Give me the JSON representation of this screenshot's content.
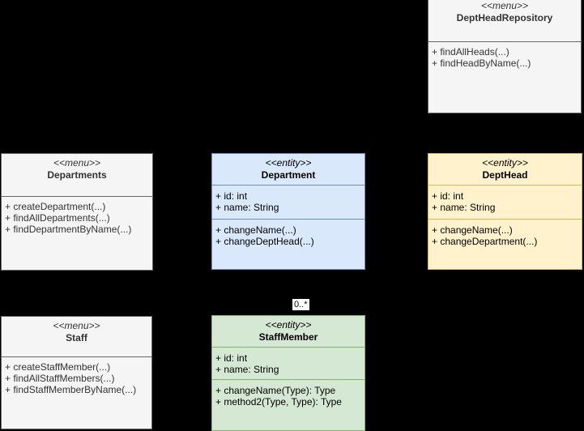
{
  "diagram": {
    "background": "#000000",
    "classes": [
      {
        "key": "deptHeadRepository",
        "stereotype": "<<menu>>",
        "name": "DeptHeadRepository",
        "attributes": [],
        "methods": [
          "+ findAllHeads(...)",
          "+ findHeadByName(...)"
        ],
        "colors": {
          "fill": "#f5f5f5",
          "border": "#666666",
          "text": "#333333"
        }
      },
      {
        "key": "departments",
        "stereotype": "<<menu>>",
        "name": "Departments",
        "attributes": [],
        "methods": [
          "+ createDepartment(...)",
          "+ findAllDepartments(...)",
          "+ findDepartmentByName(...)"
        ],
        "colors": {
          "fill": "#f5f5f5",
          "border": "#666666",
          "text": "#333333"
        }
      },
      {
        "key": "department",
        "stereotype": "<<entity>>",
        "name": "Department",
        "attributes": [
          "+ id: int",
          "+ name: String"
        ],
        "methods": [
          "+ changeName(...)",
          "+ changeDeptHead(...)"
        ],
        "colors": {
          "fill": "#dae8fc",
          "border": "#6c8ebf",
          "text": "#000000"
        }
      },
      {
        "key": "deptHead",
        "stereotype": "<<entity>>",
        "name": "DeptHead",
        "attributes": [
          "+ id: int",
          "+ name: String"
        ],
        "methods": [
          "+ changeName(...)",
          "+ changeDepartment(...)"
        ],
        "colors": {
          "fill": "#fff2cc",
          "border": "#d6b656",
          "text": "#000000"
        }
      },
      {
        "key": "staff",
        "stereotype": "<<menu>>",
        "name": "Staff",
        "attributes": [],
        "methods": [
          "+ createStaffMember(...)",
          "+ findAllStaffMembers(...)",
          "+ findStaffMemberByName(...)"
        ],
        "colors": {
          "fill": "#f5f5f5",
          "border": "#666666",
          "text": "#333333"
        }
      },
      {
        "key": "staffMember",
        "stereotype": "<<entity>>",
        "name": "StaffMember",
        "attributes": [
          "+ id: int",
          "+ name: String"
        ],
        "methods": [
          "+ changeName(Type): Type",
          "+ method2(Type, Type): Type"
        ],
        "colors": {
          "fill": "#d5e8d4",
          "border": "#82b366",
          "text": "#000000"
        }
      }
    ],
    "multiplicity_label": "0..*"
  }
}
